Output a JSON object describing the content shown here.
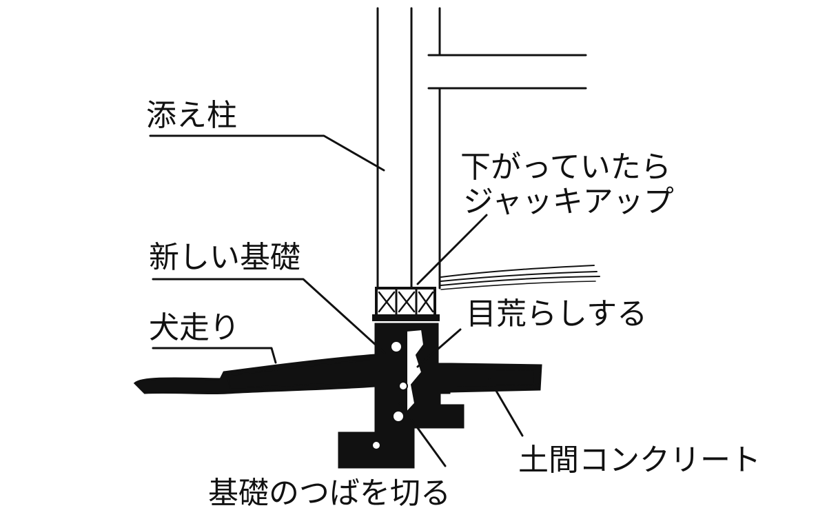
{
  "labels": {
    "soebashira": "添え柱",
    "jackup_line1": "下がっていたら",
    "jackup_line2": "ジャッキアップ",
    "new_foundation": "新しい基礎",
    "inubashiri": "犬走り",
    "meara": "目荒らしする",
    "doma": "土間コンクリート",
    "tsuba": "基礎のつばを切る"
  },
  "colors": {
    "ink": "#111111",
    "paper": "#ffffff"
  }
}
